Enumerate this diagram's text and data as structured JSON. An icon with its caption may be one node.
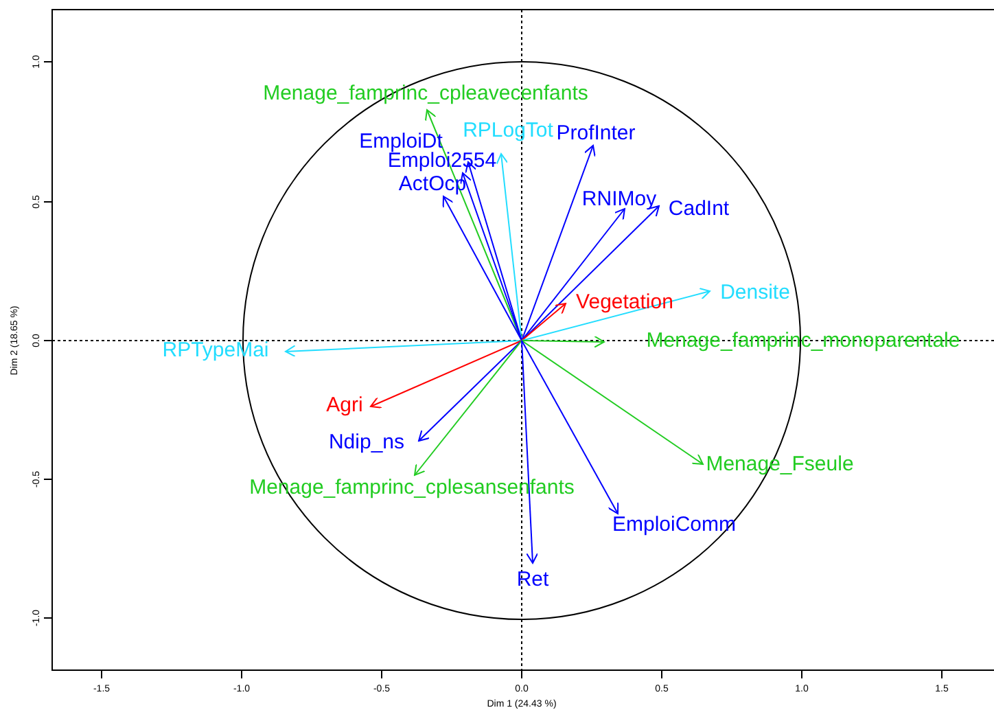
{
  "diagram": {
    "nodes": [
      {
        "text": [
          "Menage_famprinc_cpleavecenfants"
        ]
      },
      {
        "text": [
          "RPLogTot"
        ]
      },
      {
        "text": [
          "Emploi2554"
        ]
      },
      {
        "text": [
          "EmploiDt"
        ]
      },
      {
        "text": [
          "ActOcp"
        ]
      },
      {
        "text": [
          "ProfInter"
        ]
      },
      {
        "text": [
          "RNIMoy"
        ]
      },
      {
        "text": [
          "CadInt"
        ]
      },
      {
        "text": [
          "Vegetation"
        ]
      },
      {
        "text": [
          "Densite"
        ]
      },
      {
        "text": [
          "Menage_famprinc_monoparentale"
        ]
      },
      {
        "text": [
          "RPTypeMai"
        ]
      },
      {
        "text": [
          "Agri"
        ]
      },
      {
        "text": [
          "Ndip_ns"
        ]
      },
      {
        "text": [
          "Menage_famprinc_cplesansenfants"
        ]
      },
      {
        "text": [
          "Menage_Fseule"
        ]
      },
      {
        "text": [
          "EmploiComm"
        ]
      },
      {
        "text": [
          "Ret"
        ]
      }
    ],
    "edges": [
      {
        "from": null,
        "to": 0,
        "arrow": "to",
        "color": "#22cc22"
      },
      {
        "from": null,
        "to": 1,
        "arrow": "to",
        "color": "#22ddff"
      },
      {
        "from": null,
        "to": 2,
        "arrow": "to"
      },
      {
        "from": null,
        "to": 3,
        "arrow": "to"
      },
      {
        "from": null,
        "to": 4,
        "arrow": "to"
      },
      {
        "from": null,
        "to": 5,
        "arrow": "to"
      },
      {
        "from": null,
        "to": 6,
        "arrow": "to"
      },
      {
        "from": null,
        "to": 7,
        "arrow": "to"
      },
      {
        "from": null,
        "to": 8,
        "arrow": "to",
        "color": "#ff0000"
      },
      {
        "from": null,
        "to": 9,
        "arrow": "to",
        "color": "#22ddff"
      },
      {
        "from": null,
        "to": 10,
        "arrow": "to",
        "color": "#22cc22"
      },
      {
        "from": null,
        "to": 11,
        "arrow": "to",
        "color": "#22ddff"
      },
      {
        "from": null,
        "to": 12,
        "arrow": "to",
        "color": "#ff0000"
      },
      {
        "from": null,
        "to": 13,
        "arrow": "to"
      },
      {
        "from": null,
        "to": 14,
        "arrow": "to",
        "color": "#22cc22"
      },
      {
        "from": null,
        "to": 15,
        "arrow": "to",
        "color": "#22cc22"
      },
      {
        "from": null,
        "to": 16,
        "arrow": "to"
      },
      {
        "from": null,
        "to": 17,
        "arrow": "to"
      }
    ],
    "labels": [
      "1.0",
      "0.5",
      "0.0",
      "-0.5",
      "-1.0",
      "Dim 2 (18.65 %)",
      "-1.5",
      "-1.0",
      "-0.5",
      "0.0",
      "0.5",
      "1.0",
      "1.5",
      "Dim 1 (24.43 %)"
    ]
  }
}
